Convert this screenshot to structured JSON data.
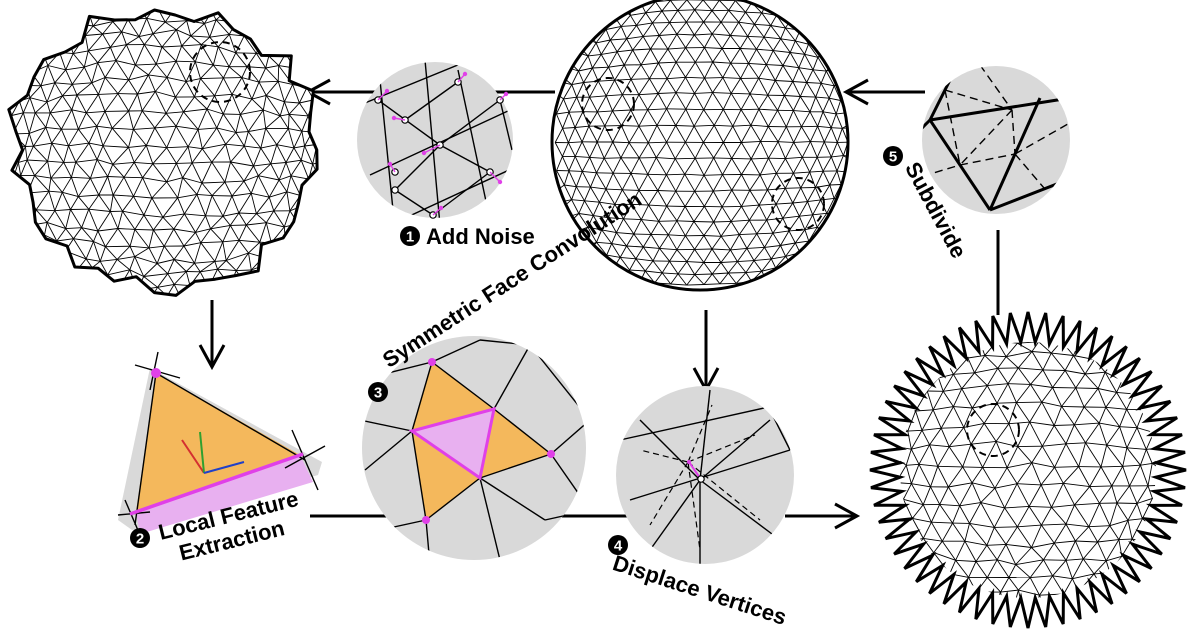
{
  "colors": {
    "background": "#ffffff",
    "mesh_stroke": "#000000",
    "mesh_fill": "#ffffff",
    "inset_gray": "#d9d9d9",
    "feature_orange": "#f4b85c",
    "feature_magenta": "#e040e8",
    "feature_pink": "#e8b0f0",
    "axis_red": "#d43030",
    "axis_green": "#30a030",
    "axis_blue": "#2040c8"
  },
  "steps": [
    {
      "number": "1",
      "label": "Add Noise"
    },
    {
      "number": "2",
      "label_line1": "Local Feature",
      "label_line2": "Extraction"
    },
    {
      "number": "3",
      "label": "Symmetric Face Convolution"
    },
    {
      "number": "4",
      "label": "Displace Vertices"
    },
    {
      "number": "5",
      "label": "Subdivide"
    }
  ],
  "meshes": {
    "input_sphere": "sphere-mesh",
    "noisy_mesh": "noisy-mesh",
    "spiky_mesh": "spiky-mesh"
  }
}
